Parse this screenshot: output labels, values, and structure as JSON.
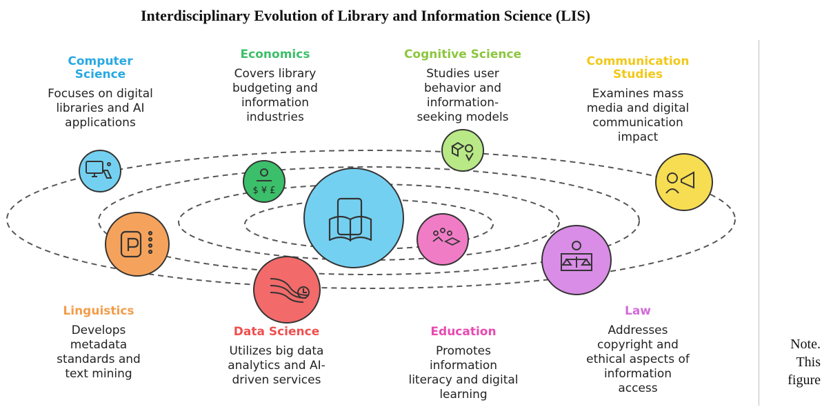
{
  "title": "Interdisciplinary Evolution of Library and Information Science (LIS)",
  "note": [
    "Note.",
    "This",
    "figure"
  ],
  "fields": [
    {
      "name_lines": [
        "Computer",
        "Science"
      ],
      "desc_lines": [
        "Focuses on digital",
        "libraries and AI",
        "applications"
      ],
      "color": "#29a9e1",
      "icon": "computer-science-icon"
    },
    {
      "name_lines": [
        "Economics"
      ],
      "desc_lines": [
        "Covers library",
        "budgeting and",
        "information",
        "industries"
      ],
      "color": "#3cbf6a",
      "icon": "money-icon"
    },
    {
      "name_lines": [
        "Cognitive Science"
      ],
      "desc_lines": [
        "Studies user",
        "behavior and",
        "information-",
        "seeking models"
      ],
      "color": "#8cc63f",
      "icon": "cognitive-icon"
    },
    {
      "name_lines": [
        "Communication",
        "Studies"
      ],
      "desc_lines": [
        "Examines mass",
        "media and digital",
        "communication",
        "impact"
      ],
      "color": "#f2c81b",
      "icon": "megaphone-icon"
    },
    {
      "name_lines": [
        "Linguistics"
      ],
      "desc_lines": [
        "Develops",
        "metadata",
        "standards and",
        "text mining"
      ],
      "color": "#f39c4a",
      "icon": "linguistics-icon"
    },
    {
      "name_lines": [
        "Data Science"
      ],
      "desc_lines": [
        "Utilizes big data",
        "analytics and AI-",
        "driven services"
      ],
      "color": "#ef4f4f",
      "icon": "data-flow-icon"
    },
    {
      "name_lines": [
        "Education"
      ],
      "desc_lines": [
        "Promotes",
        "information",
        "literacy and digital",
        "learning"
      ],
      "color": "#e84bb0",
      "icon": "education-icon"
    },
    {
      "name_lines": [
        "Law"
      ],
      "desc_lines": [
        "Addresses",
        "copyright and",
        "ethical aspects of",
        "information",
        "access"
      ],
      "color": "#d36bd8",
      "icon": "scales-icon"
    }
  ]
}
